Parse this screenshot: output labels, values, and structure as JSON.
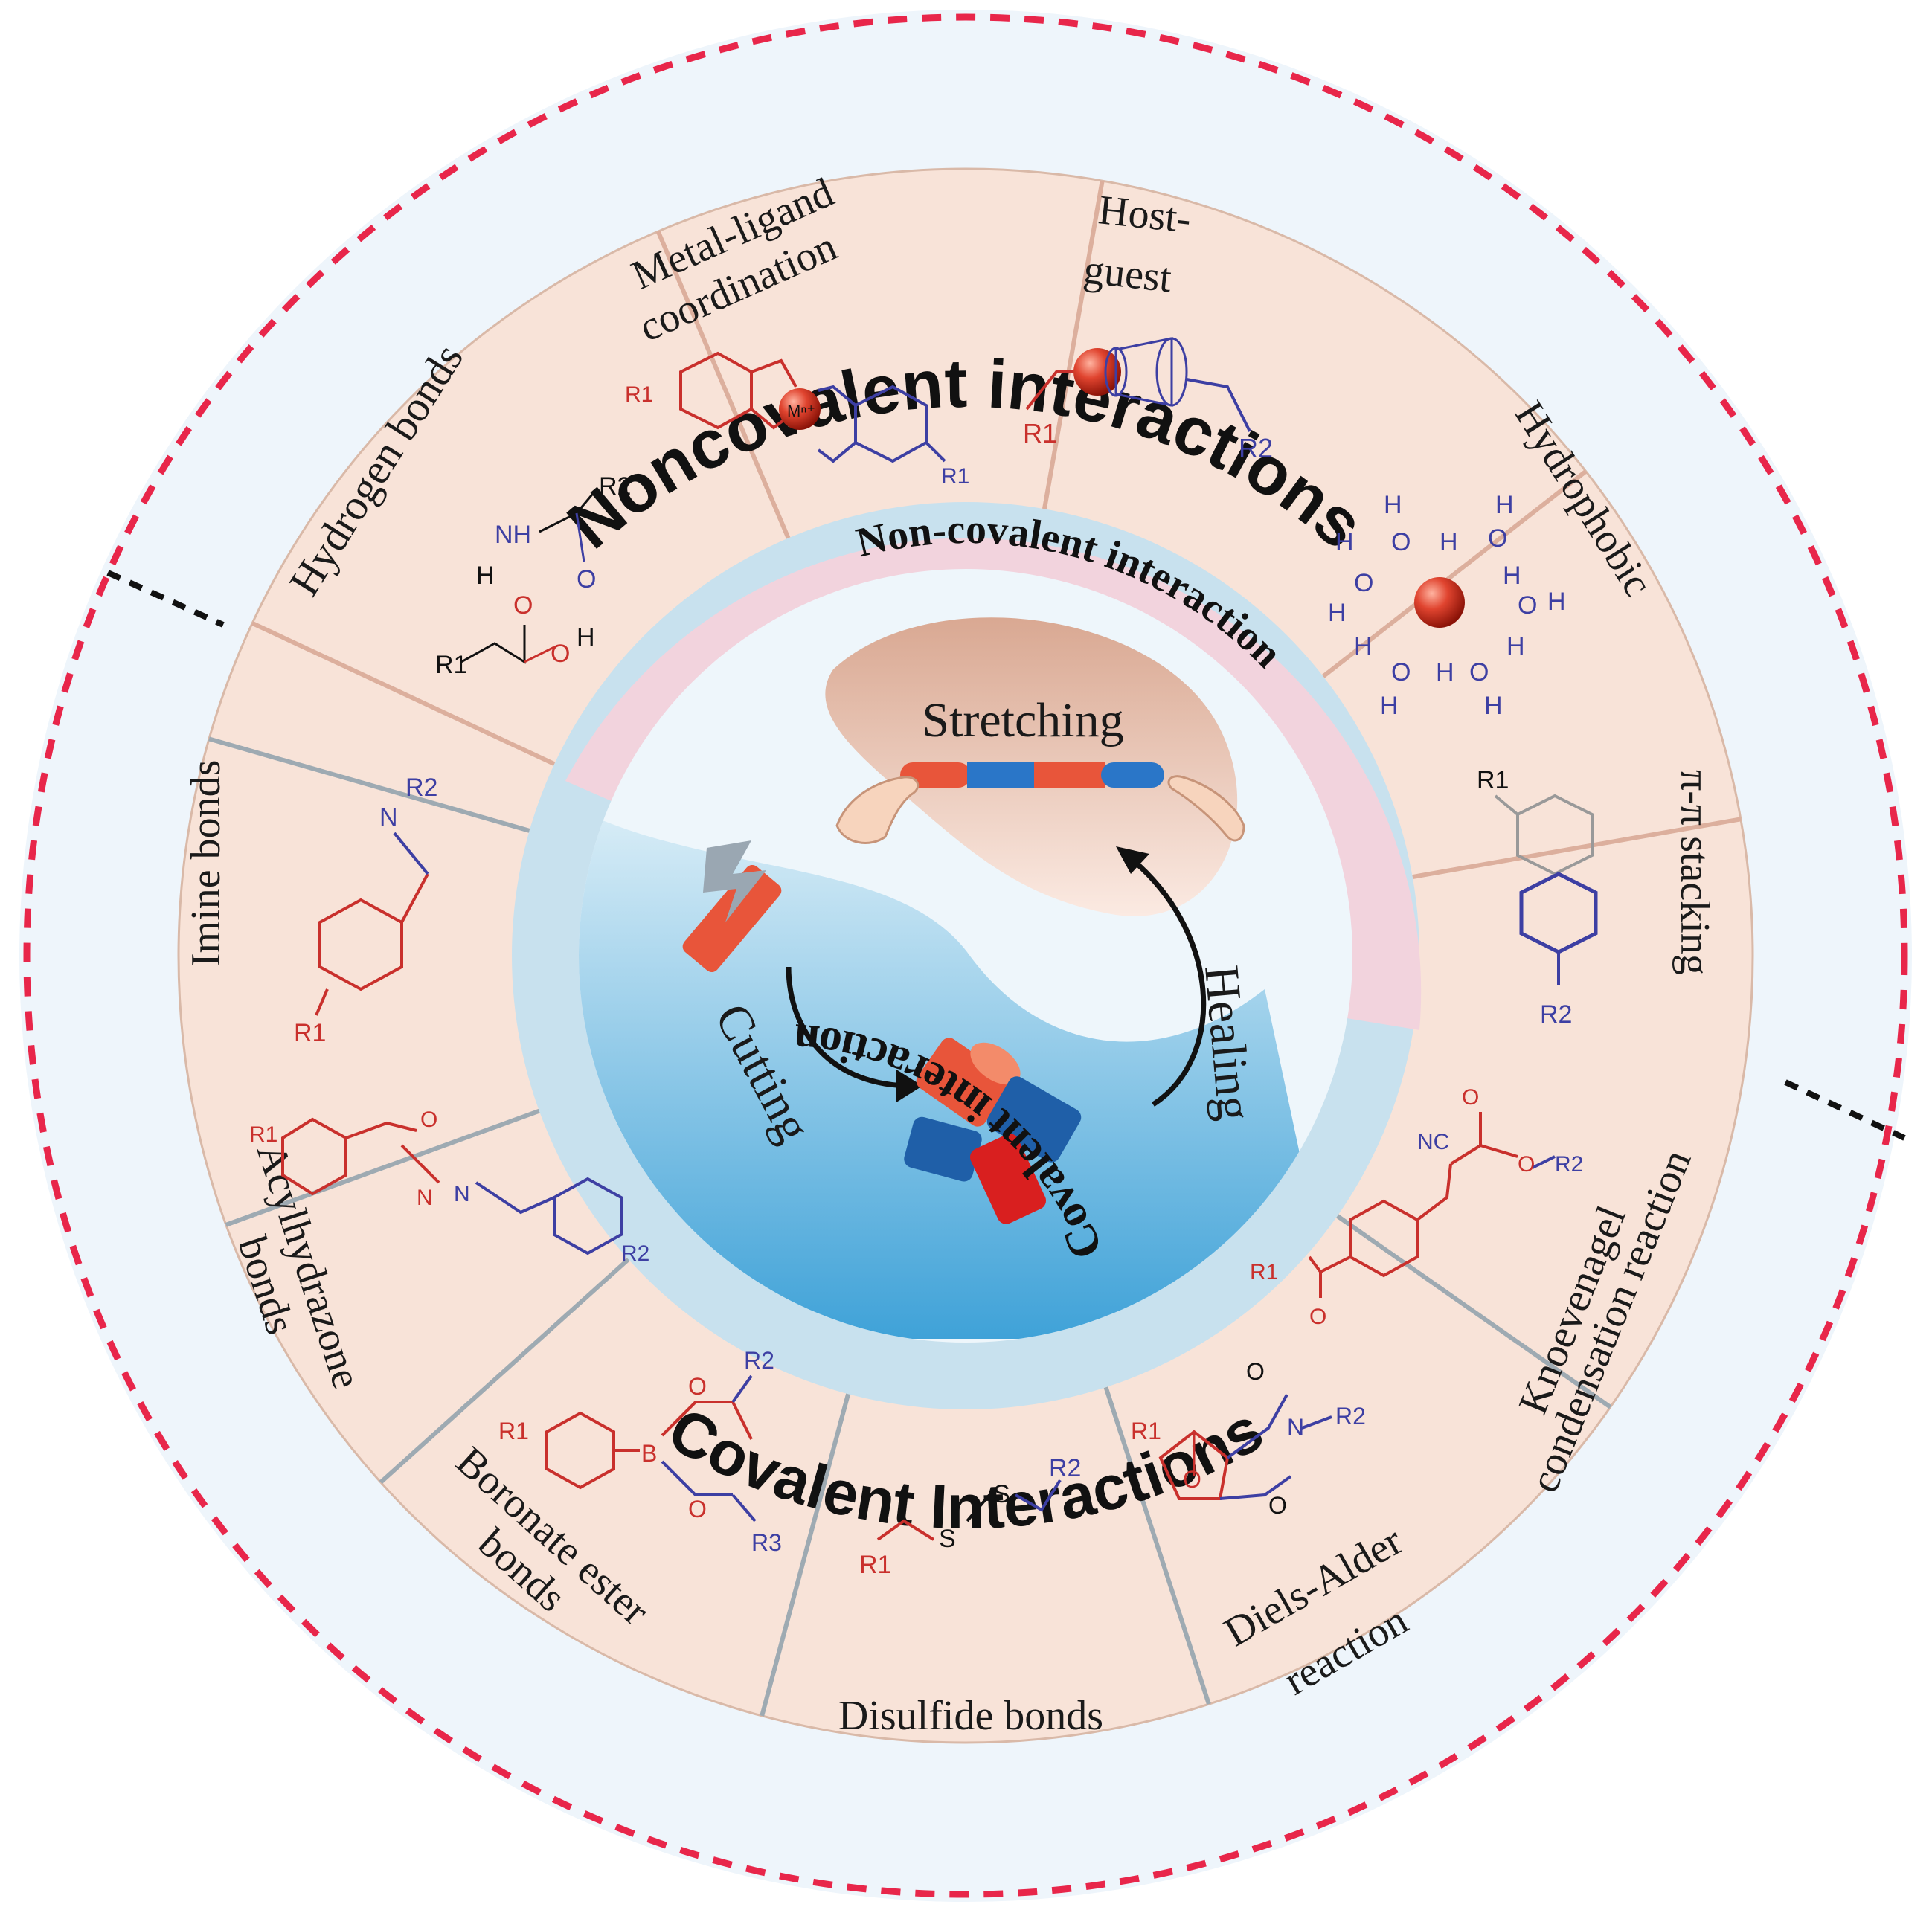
{
  "titles": {
    "noncovalent": "Noncovalent interactions",
    "covalent": "Covalent Interactions"
  },
  "ring": {
    "noncovalent": "Non-covalent interaction",
    "covalent": "Covalent interaction"
  },
  "center": {
    "stretching": "Stretching",
    "healing": "Healing",
    "cutting": "Cutting"
  },
  "segments": {
    "hydrogen": "Hydrogen bonds",
    "metal_1": "Metal-ligand",
    "metal_2": "coordination",
    "host_1": "Host-",
    "host_2": "guest",
    "hydrophobic": "Hydrophobic",
    "pipi": "π-π stacking",
    "imine": "Imine bonds",
    "acyl_1": "Acylhydrazone",
    "acyl_2": "bonds",
    "boronate_1": "Boronate ester",
    "boronate_2": "bonds",
    "disulfide": "Disulfide bonds",
    "diels_1": "Diels-Alder",
    "diels_2": "reaction",
    "knoev_1": "Knoevenagel",
    "knoev_2": "condensation reaction"
  },
  "chem": {
    "R1": "R1",
    "R2": "R2",
    "R3": "R3",
    "O": "O",
    "H": "H",
    "N": "N",
    "NH": "NH",
    "S": "S",
    "B": "B",
    "NC": "NC",
    "Mn": "Mⁿ⁺"
  },
  "colors": {
    "outer_ring": "#eef5fb",
    "segment": "#f8e3d8",
    "segment_divider_top": "#dcaf9d",
    "segment_divider_bottom": "#9eaab2",
    "dashed_circle": "#e8264a",
    "pink_ring": "#f2d3dd",
    "blue_ring": "#c8e1ee",
    "red_chem": "#c9302c",
    "blue_chem": "#3d3fa3"
  }
}
